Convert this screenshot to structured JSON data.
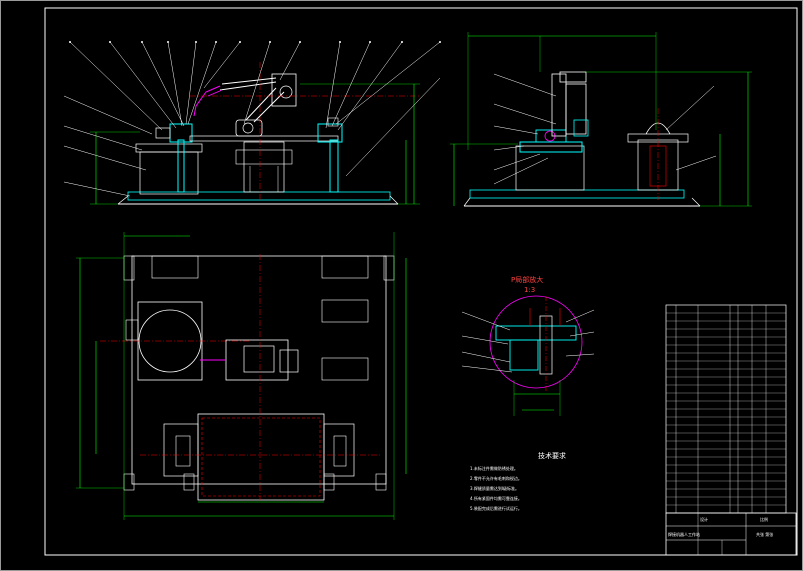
{
  "section_view": {
    "title": "P局部放大",
    "scale": "1:3"
  },
  "technical_requirements": {
    "heading": "技术要求",
    "items": [
      "1.未标注件需做防锈处理。",
      "2.零件不允许有毛刺和锐边。",
      "3.焊缝质量需达到I级标准。",
      "4.所有紧固件均需可靠连接。",
      "5.装配完成后需进行试运行。"
    ]
  },
  "title_block": {
    "drawing_name": "焊接机器人工作站",
    "designer_label": "设计",
    "scale_label": "比例",
    "sheet_label": "共张 第张"
  },
  "colors": {
    "background": "#000000",
    "outline": "#ffffff",
    "cyan": "#00ffff",
    "green": "#00ff00",
    "red": "#ff0000",
    "magenta": "#ff00ff",
    "yellow": "#ffff00"
  }
}
